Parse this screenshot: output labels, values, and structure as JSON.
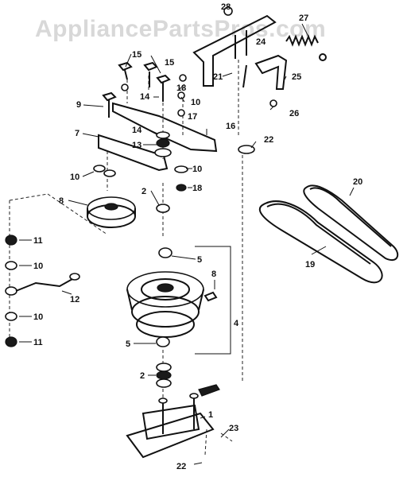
{
  "watermark": "AppliancePartsPros.com",
  "diagram": {
    "callouts": [
      "1",
      "2",
      "2",
      "4",
      "5",
      "5",
      "8",
      "9",
      "7",
      "8",
      "10",
      "10",
      "10",
      "10",
      "10",
      "10",
      "11",
      "11",
      "12",
      "13",
      "14",
      "14",
      "15",
      "15",
      "16",
      "17",
      "18",
      "18",
      "19",
      "20",
      "21",
      "22",
      "22",
      "23",
      "24",
      "25",
      "26",
      "27",
      "28"
    ]
  }
}
